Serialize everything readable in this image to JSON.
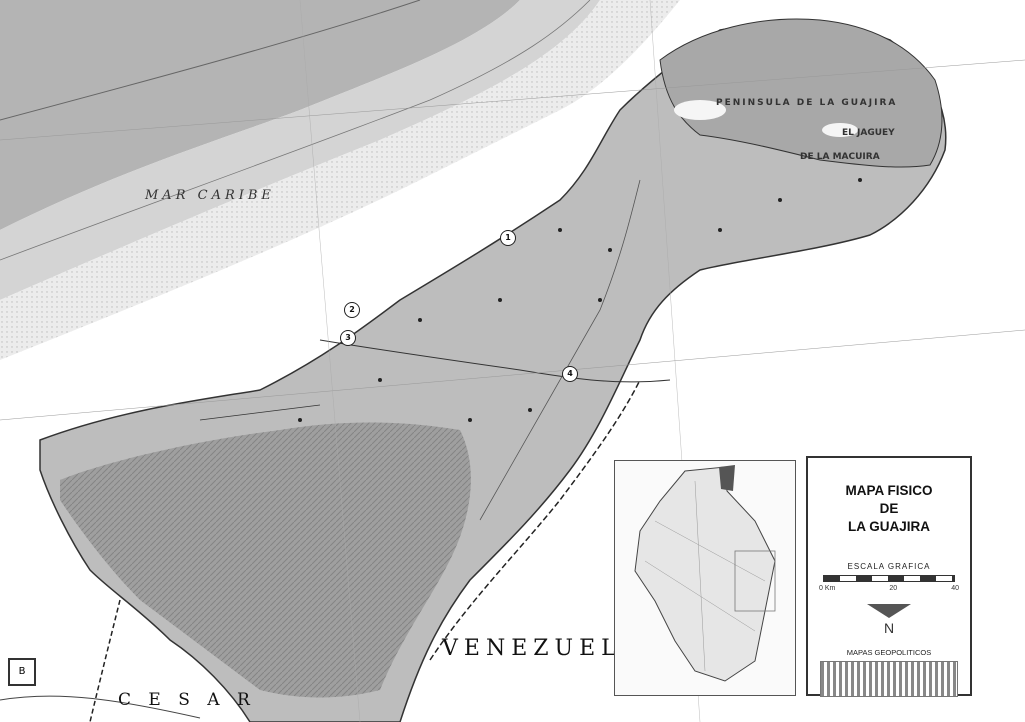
{
  "map": {
    "sea_label": "MAR CARIBE",
    "peninsula_label": "PENINSULA DE LA GUAJIRA",
    "country_label": "VENEZUELA",
    "region_label": "C E S A R",
    "places": [
      {
        "id": "p1",
        "text": "EL JAGUEY"
      },
      {
        "id": "p2",
        "text": "DE LA MACUIRA"
      }
    ],
    "markers": [
      "1",
      "2",
      "3",
      "4"
    ]
  },
  "legend": {
    "title_line1": "MAPA FISICO",
    "title_line2": "DE",
    "title_line3": "LA GUAJIRA",
    "scale_label": "ESCALA GRAFICA",
    "scale_ticks": [
      "0 Km",
      "20",
      "40"
    ],
    "north": "N",
    "bottom_label": "MAPAS GEOPOLITICOS"
  },
  "logo_text": "B"
}
